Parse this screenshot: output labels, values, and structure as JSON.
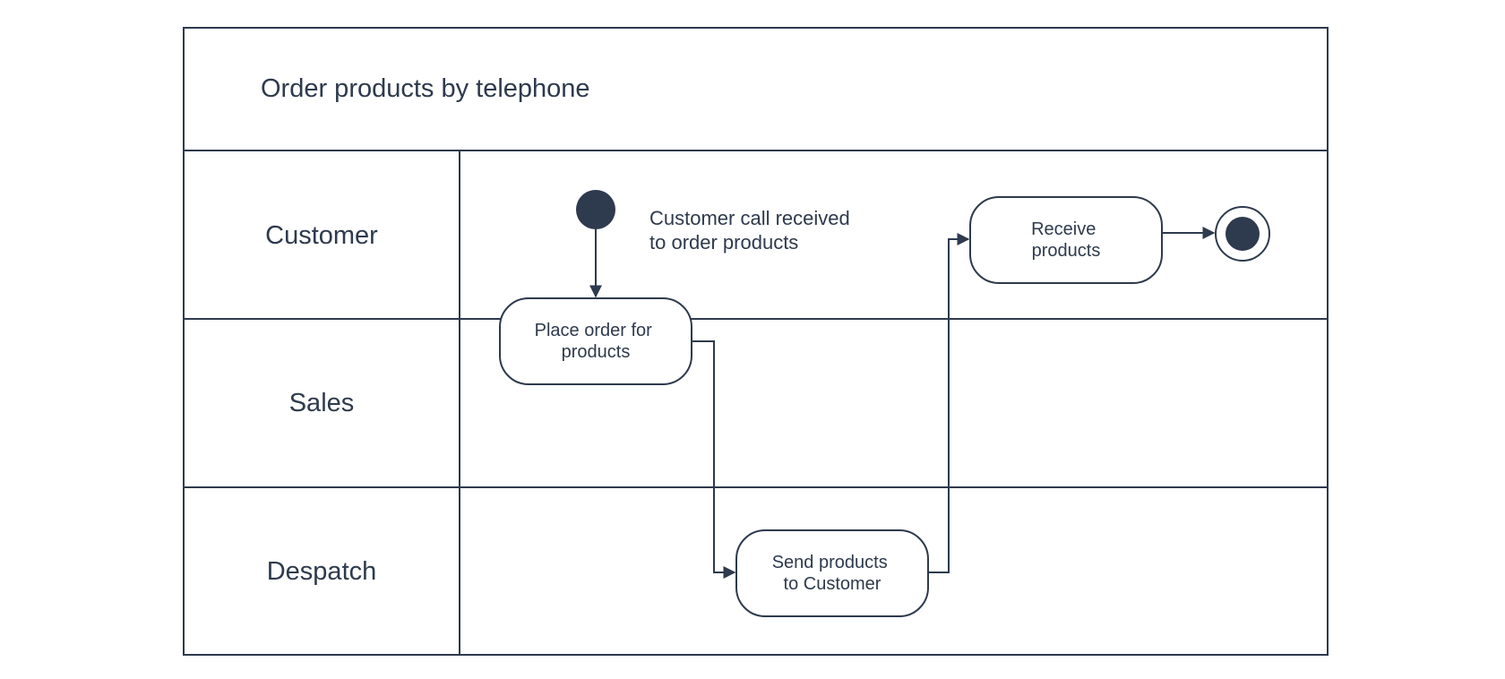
{
  "diagram": {
    "title": "Order products by telephone",
    "lanes": [
      {
        "id": "customer",
        "label": "Customer"
      },
      {
        "id": "sales",
        "label": "Sales"
      },
      {
        "id": "despatch",
        "label": "Despatch"
      }
    ],
    "start_note": {
      "line1": "Customer call received",
      "line2": "to order products"
    },
    "activities": {
      "place_order": {
        "line1": "Place order for",
        "line2": "products"
      },
      "send_products": {
        "line1": "Send products",
        "line2": "to Customer"
      },
      "receive_products": {
        "line1": "Receive",
        "line2": "products"
      }
    },
    "colors": {
      "stroke": "#2e3a4d",
      "background": "#ffffff"
    }
  }
}
